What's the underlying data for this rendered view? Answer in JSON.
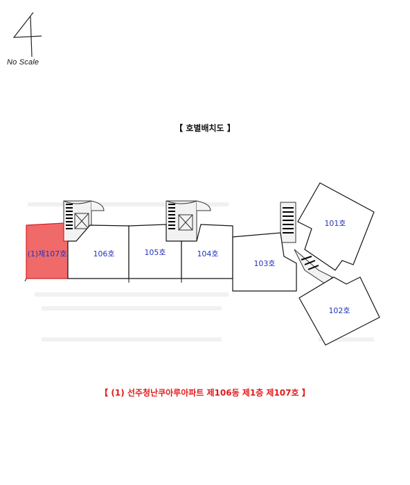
{
  "north_symbol": {
    "label": "No Scale",
    "icon": "north-arrow-icon"
  },
  "title": "【  호별배치도  】",
  "units": [
    {
      "id": "u107",
      "label": "(1)제107호",
      "highlight": true
    },
    {
      "id": "u106",
      "label": "106호"
    },
    {
      "id": "u105",
      "label": "105호"
    },
    {
      "id": "u104",
      "label": "104호"
    },
    {
      "id": "u103",
      "label": "103호"
    },
    {
      "id": "u101",
      "label": "101호"
    },
    {
      "id": "u102",
      "label": "102호"
    }
  ],
  "caption": "【  (1) 선주청난쿠아루아파트 제106동 제1층 제107호  】",
  "colors": {
    "highlight_fill": "#f06a6a",
    "highlight_stroke": "#d42020",
    "unit_label": "#2233bb",
    "caption": "#e21a1a"
  }
}
